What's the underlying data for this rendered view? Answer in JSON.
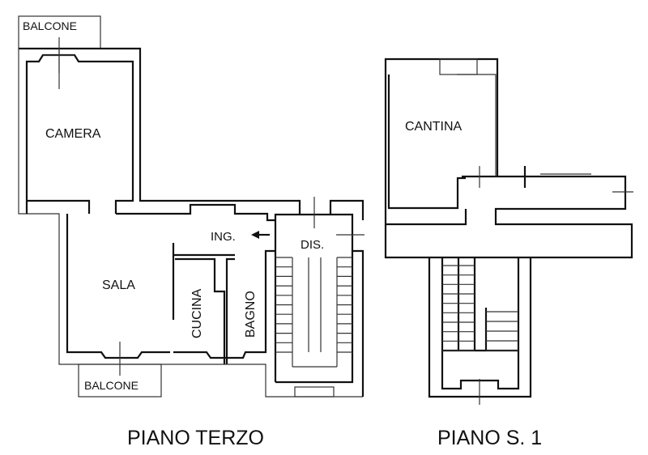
{
  "plans": [
    {
      "title": "PIANO TERZO",
      "rooms": {
        "balcone_top": "BALCONE",
        "camera": "CAMERA",
        "sala": "SALA",
        "cucina": "CUCINA",
        "bagno": "BAGNO",
        "ingresso": "ING.",
        "disimpegno": "DIS.",
        "balcone_bottom": "BALCONE"
      }
    },
    {
      "title": "PIANO S. 1",
      "rooms": {
        "cantina": "CANTINA"
      }
    }
  ],
  "colors": {
    "line": "#111111",
    "background": "#ffffff"
  }
}
